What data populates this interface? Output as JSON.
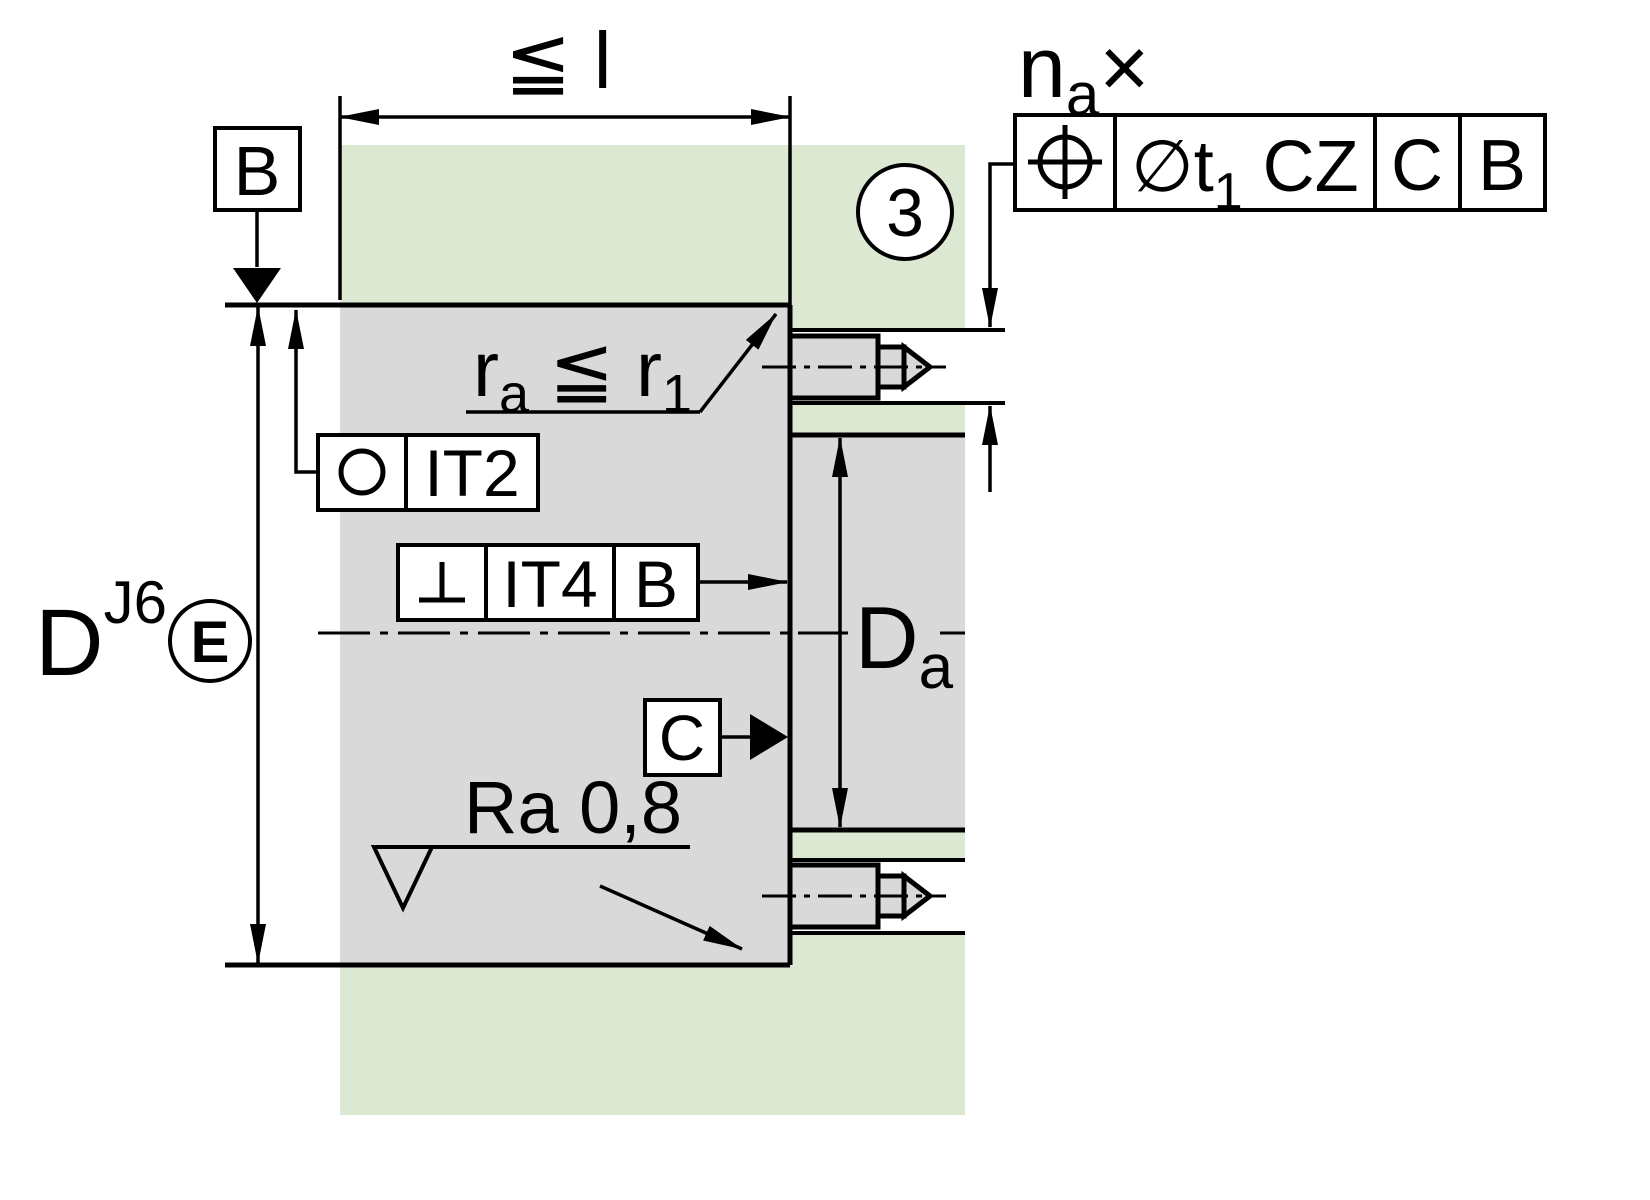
{
  "colors": {
    "housing": "#dce8d2",
    "metal": "#d9d9d9",
    "line": "#000000"
  },
  "dimensions": {
    "bore_length_limit": "≦ l",
    "bore_diameter": {
      "base": "D",
      "tolerance": "J6",
      "envelope": "E"
    },
    "shoulder_diameter": {
      "base": "D",
      "sub": "a"
    },
    "hole_count": {
      "base": "n",
      "sub": "a",
      "times": "×"
    }
  },
  "feature_frames": {
    "position": {
      "symbol": "true-position-icon",
      "tol_pre": "∅t",
      "tol_sub": "1",
      "tol_post": "CZ",
      "datum_1": "C",
      "datum_2": "B"
    },
    "circularity": {
      "symbol": "circularity-icon",
      "tolerance": "IT2"
    },
    "perpendicularity": {
      "symbol": "perpendicularity-icon",
      "tolerance": "IT4",
      "datum": "B"
    }
  },
  "datums": {
    "face": "B",
    "shoulder": "C"
  },
  "annotations": {
    "fillet_radius": {
      "p1": "r",
      "s1": "a",
      "p2": "≦ r",
      "s2": "1"
    },
    "surface_roughness": "Ra 0,8",
    "detail_callout": "3"
  }
}
